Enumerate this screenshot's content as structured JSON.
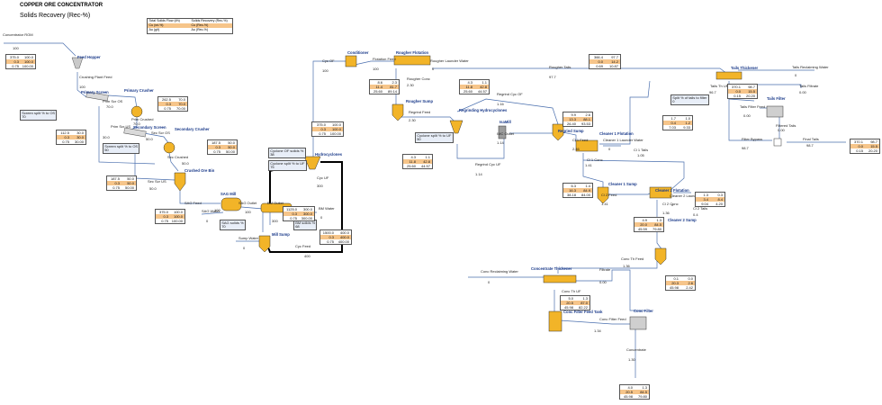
{
  "header": {
    "title": "COPPER ORE CONCENTRATOR",
    "subtitle": "Solids Recovery (Rec-%)"
  },
  "legend": {
    "rows": [
      [
        "Total Solids Flow (t/h)",
        "Solids Recovery (Rec-%)"
      ],
      [
        "Cu (wt-%)",
        "Cu (Rec-%)"
      ],
      [
        "Au (g/t)",
        "Au (Rec-%)"
      ]
    ]
  },
  "colors": {
    "pipe": "#4a6fae",
    "thick_pipe": "#000000",
    "vessel": "#f2b428",
    "mid_row": "#f6c58a",
    "label": "#1a3a8a"
  },
  "equipment": {
    "feed_hopper": "Feed Hopper",
    "primary_screen": "Primary Screen",
    "primary_crusher": "Primary Crusher",
    "secondary_screen": "Secondary Screen",
    "secondary_crusher": "Secondary Crusher",
    "crushed_ore_bin": "Crushed Ore Bin",
    "sag_mill": "SAG Mill",
    "mill_sump": "Mill Sump",
    "hydrocyclones": "Hydrocyclones",
    "conditioner": "Conditioner",
    "rougher_flotation": "Rougher Flotation",
    "rougher_sump": "Rougher Sump",
    "regrind_hydrocyclones": "Regrinding Hydrocyclones",
    "isamill": "IsaMill",
    "regrind_sump": "Regrind Sump",
    "cleaner1_flotation": "Cleaner 1 Flotation",
    "cleaner1_sump": "Cleaner 1 Sump",
    "cleaner2_flotation": "Cleaner 2 Flotation",
    "cleaner2_sump": "Cleaner 2 Sump",
    "tails_thickener": "Tails Thickener",
    "tails_filter": "Tails Filter",
    "concentrate_thickener": "Concentrate Thickener",
    "conc_filter_feed_tank": "Conc Filter Feed Tank",
    "conc_filter": "Conc Filter"
  },
  "streams": {
    "concentrator_rom": "Concentrator ROM",
    "crushing_plant_feed": "Crushing Plant Feed",
    "prim_scr_os": "Prim Scr OS",
    "prim_scr_us": "Prim Scr US",
    "prim_crushed": "Prim Crushed",
    "sec_scr_os": "Sec Scr OS",
    "sec_crushed": "Sec Crushed",
    "sec_scr_us": "Sec Scr US",
    "sag_feed": "SAG Feed",
    "sag_water": "SAG Water",
    "sag_outlet": "SAG Outlet",
    "bm_outlet": "BM Outlet",
    "bm_water": "BM Water",
    "sump_water": "Sump Water",
    "cyc_feed": "Cyc Feed",
    "cyc_uf": "Cyc UF",
    "cyc_of": "Cyc OF",
    "flotation_feed": "Flotation Feed",
    "rougher_launder_water": "Rougher Launder Water",
    "rougher_conc": "Rougher Conc",
    "rougher_tails": "Rougher Tails",
    "regrind_feed": "Regrind Feed",
    "regrind_cyc_of": "Regrind Cyc OF",
    "regrind_cyc_uf": "Regrind Cyc UF",
    "imc_outlet": "IMC Outlet",
    "cl1_feed": "Cl 1 Feed",
    "cl1_launder_water": "Cleaner 1 Launder Water",
    "cl1_tails": "Cl 1 Tails",
    "cl1_conc": "Cl 1 Conc",
    "cl2_feed": "Cl 2 Feed",
    "cl2_launder_water": "Cleaner 2 Launder Water",
    "cl2_tails": "Cl 2 Tails",
    "cl2_conc": "Cl 2 Conc",
    "conc_th_feed": "Conc Th Feed",
    "tails_reclaim_water": "Tails Reclaiming Water",
    "tails_filtrate": "Tails Filtrate",
    "tails_th_uf": "Tails Th UF",
    "tails_filter_feed": "Tails Filter Feed",
    "filter_bypass": "Filter Bypass",
    "filtered_tails": "Filtered Tails",
    "final_tails": "Final Tails",
    "conc_reclaim_water": "Conc Reclaiming Water",
    "filtrate": "Filtrate",
    "conc_th_uf": "Conc Th UF",
    "conc_filter_feed": "Conc Filter Feed",
    "concentrate": "Concentrate"
  },
  "values": {
    "rom_100": "100",
    "cpf_100": "100",
    "prim_os_70": "70.0",
    "prim_us_30": "30.0",
    "prim_crushed_70": "70.0",
    "sec_os_50": "50.0",
    "sec_crushed_50": "50.0",
    "sec_us_50": "50.0",
    "sag_feed_100": "100",
    "sag_water_0": "0",
    "sag_outlet_100": "100",
    "bm_outlet_300": "300",
    "bm_water_0": "0",
    "sump_water_0": "0",
    "cyc_feed_400": "400",
    "cyc_uf_300": "300",
    "cyc_of_100": "100",
    "flot_feed_100": "100",
    "rlw_0": "0",
    "rougher_conc_230": "2.30",
    "rougher_tails_977": "97.7",
    "regrind_feed_230": "2.30",
    "regrind_of_116": "1.16",
    "regrind_uf_114": "1.14",
    "imc_114": "1.14",
    "cl1_feed_246": "2.46",
    "cl1_lw_0": "0",
    "cl1_tails_105": "1.05",
    "cl1_conc_141": "1.41",
    "cl2_feed_141": "1.41",
    "cl2_lw_0": "0",
    "cl2_tails_0_4": "0.4",
    "cl2_conc_136": "1.36",
    "conc_th_feed_136": "1.36",
    "tails_rw_0": "0",
    "tails_filtrate_0": "0.00",
    "tails_th_uf_967": "96.7",
    "tails_filter_feed_0": "0.00",
    "filter_bypass_987": "98.7",
    "filtered_tails_0": "0.00",
    "final_tails_987": "98.7",
    "conc_rw_0": "0",
    "filtrate_0": "0.00",
    "conc_th_uf_134": "1.34",
    "conc_ff_134": "1.34",
    "concentrate_134": "1.30"
  },
  "setpoints": {
    "screen_split_prim": {
      "label": "Screen split % to OS",
      "value": "70"
    },
    "screen_split_sec": {
      "label": "Screen split % to OS",
      "value": "50"
    },
    "sag_solids": {
      "label": "SAG solids %",
      "value": "70"
    },
    "cyclone_of_solids": {
      "label": "Cyclone OF solids %",
      "value": "38"
    },
    "cyclone_split": {
      "label": "Cyclone split % to UF",
      "value": "75"
    },
    "bm_solids": {
      "label": "BM solids %",
      "value": "68"
    },
    "regrind_split": {
      "label": "Cyclone split % to UF",
      "value": "50"
    },
    "tails_split": {
      "label": "Split % of tails to filter",
      "value": "0"
    }
  },
  "data_boxes": [
    {
      "id": "rom",
      "rows": [
        [
          "375.0",
          "100.0"
        ],
        [
          "0.3",
          "100.0"
        ],
        [
          "0.75",
          "100.00"
        ]
      ]
    },
    {
      "id": "prim_crush",
      "rows": [
        [
          "262.5",
          "70.0"
        ],
        [
          "0.3",
          "70.0"
        ],
        [
          "0.75",
          "70.00"
        ]
      ]
    },
    {
      "id": "prim_us",
      "rows": [
        [
          "112.5",
          "30.0"
        ],
        [
          "0.3",
          "30.0"
        ],
        [
          "0.75",
          "30.00"
        ]
      ]
    },
    {
      "id": "sec_crush",
      "rows": [
        [
          "187.5",
          "50.0"
        ],
        [
          "0.3",
          "50.0"
        ],
        [
          "0.75",
          "50.00"
        ]
      ]
    },
    {
      "id": "sec_us",
      "rows": [
        [
          "187.5",
          "50.0"
        ],
        [
          "0.3",
          "50.0"
        ],
        [
          "0.75",
          "50.00"
        ]
      ]
    },
    {
      "id": "sag_feed",
      "rows": [
        [
          "375.0",
          "100.0"
        ],
        [
          "0.3",
          "100.0"
        ],
        [
          "0.75",
          "100.00"
        ]
      ]
    },
    {
      "id": "bm_out",
      "rows": [
        [
          "1125.0",
          "300.0"
        ],
        [
          "0.3",
          "300.0"
        ],
        [
          "0.75",
          "300.00"
        ]
      ]
    },
    {
      "id": "cyc_feed",
      "rows": [
        [
          "1500.0",
          "400.0"
        ],
        [
          "0.3",
          "400.0"
        ],
        [
          "0.75",
          "400.00"
        ]
      ]
    },
    {
      "id": "cyc_of",
      "rows": [
        [
          "375.0",
          "100.0"
        ],
        [
          "0.3",
          "100.0"
        ],
        [
          "0.75",
          "100.00"
        ]
      ]
    },
    {
      "id": "rougher_conc",
      "rows": [
        [
          "8.6",
          "2.3"
        ],
        [
          "11.4",
          "81.7"
        ],
        [
          "25.60",
          "89.14"
        ]
      ]
    },
    {
      "id": "regrind_of",
      "rows": [
        [
          "4.3",
          "1.1"
        ],
        [
          "11.8",
          "42.8"
        ],
        [
          "25.60",
          "44.57"
        ]
      ]
    },
    {
      "id": "regrind_uf",
      "rows": [
        [
          "4.3",
          "1.1"
        ],
        [
          "11.8",
          "42.8"
        ],
        [
          "25.60",
          "44.57"
        ]
      ]
    },
    {
      "id": "cl1_feed",
      "rows": [
        [
          "9.9",
          "2.6"
        ],
        [
          "13.3",
          "88.1"
        ],
        [
          "26.40",
          "93.53"
        ]
      ]
    },
    {
      "id": "cl1_conc",
      "rows": [
        [
          "6.3",
          "1.4"
        ],
        [
          "16.3",
          "84.9"
        ],
        [
          "38.18",
          "84.00"
        ]
      ]
    },
    {
      "id": "cl2_tails",
      "rows": [
        [
          "1.3",
          "0.3"
        ],
        [
          "3.4",
          "8.4"
        ],
        [
          "9.04",
          "4.20"
        ]
      ]
    },
    {
      "id": "cl2_conc",
      "rows": [
        [
          "4.9",
          "1.3"
        ],
        [
          "20.0",
          "84.5"
        ],
        [
          "45.59",
          "79.80"
        ]
      ]
    },
    {
      "id": "rougher_tails",
      "rows": [
        [
          "366.4",
          "97.7"
        ],
        [
          "0.0",
          "14.2"
        ],
        [
          "0.69",
          "10.87"
        ]
      ]
    },
    {
      "id": "tails_uf",
      "rows": [
        [
          "370.1",
          "98.7"
        ],
        [
          "0.0",
          "15.5"
        ],
        [
          "0.15",
          "20.20"
        ]
      ]
    },
    {
      "id": "tails_filtrate",
      "rows": [
        [
          "1.7",
          "1.0"
        ],
        [
          "0.4",
          "1.2"
        ],
        [
          "7.03",
          "9.33"
        ]
      ]
    },
    {
      "id": "final_tails",
      "rows": [
        [
          "370.1",
          "98.7"
        ],
        [
          "0.0",
          "15.5"
        ],
        [
          "0.15",
          "20.20"
        ]
      ]
    },
    {
      "id": "filtrate",
      "rows": [
        [
          "0.1",
          "0.0"
        ],
        [
          "20.3",
          "2.6"
        ],
        [
          "45.98",
          "2.42"
        ]
      ]
    },
    {
      "id": "conc_th_uf",
      "rows": [
        [
          "5.0",
          "1.3"
        ],
        [
          "20.5",
          "87.0"
        ],
        [
          "45.98",
          "82.22"
        ]
      ]
    },
    {
      "id": "concentrate",
      "rows": [
        [
          "4.0",
          "1.3"
        ],
        [
          "20.5",
          "84.5"
        ],
        [
          "45.98",
          "79.80"
        ]
      ]
    }
  ]
}
